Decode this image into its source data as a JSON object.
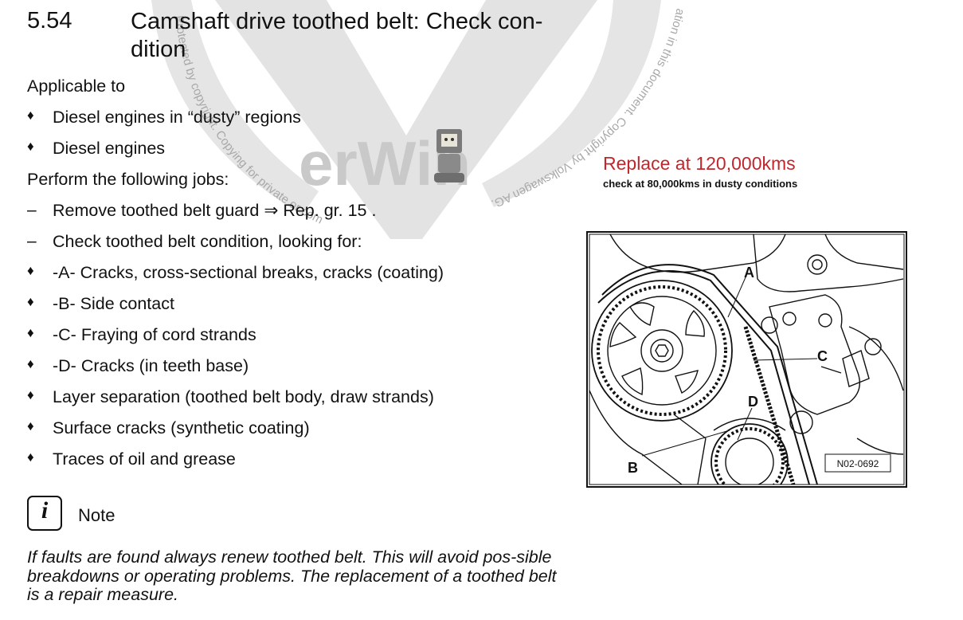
{
  "section": {
    "number": "5.54",
    "title": "Camshaft drive toothed belt: Check con-dition"
  },
  "applicable_heading": "Applicable to",
  "applicable": [
    "Diesel engines in “dusty” regions",
    "Diesel engines"
  ],
  "perform_heading": "Perform the following jobs:",
  "steps": [
    "Remove toothed belt guard ⇒  Rep. gr.  15 .",
    "Check toothed belt condition, looking for:"
  ],
  "checks": [
    "-A- Cracks, cross-sectional breaks, cracks (coating)",
    "-B- Side contact",
    "-C- Fraying of cord strands",
    "-D- Cracks (in teeth base)",
    "Layer separation (toothed belt body, draw strands)",
    "Surface cracks (synthetic coating)",
    "Traces of oil and grease"
  ],
  "annotation": {
    "main": "Replace at 120,000kms",
    "sub": "check at 80,000kms in dusty conditions",
    "color": "#c0272d"
  },
  "figure": {
    "labels": [
      "A",
      "B",
      "C",
      "D"
    ],
    "code": "N02-0692"
  },
  "watermark": {
    "text_left": "Protected by copyright. Copying for private or commercial purposes",
    "text_right": "ation in this document. Copyright by Volkswagen AG.",
    "logo_text": "erWin",
    "color": "#d9d9d9"
  },
  "note": {
    "label": "Note",
    "icon": "info-icon",
    "text": "If faults are found always renew toothed belt. This will avoid pos-sible breakdowns or operating problems. The replacement of a toothed belt is a repair measure."
  }
}
